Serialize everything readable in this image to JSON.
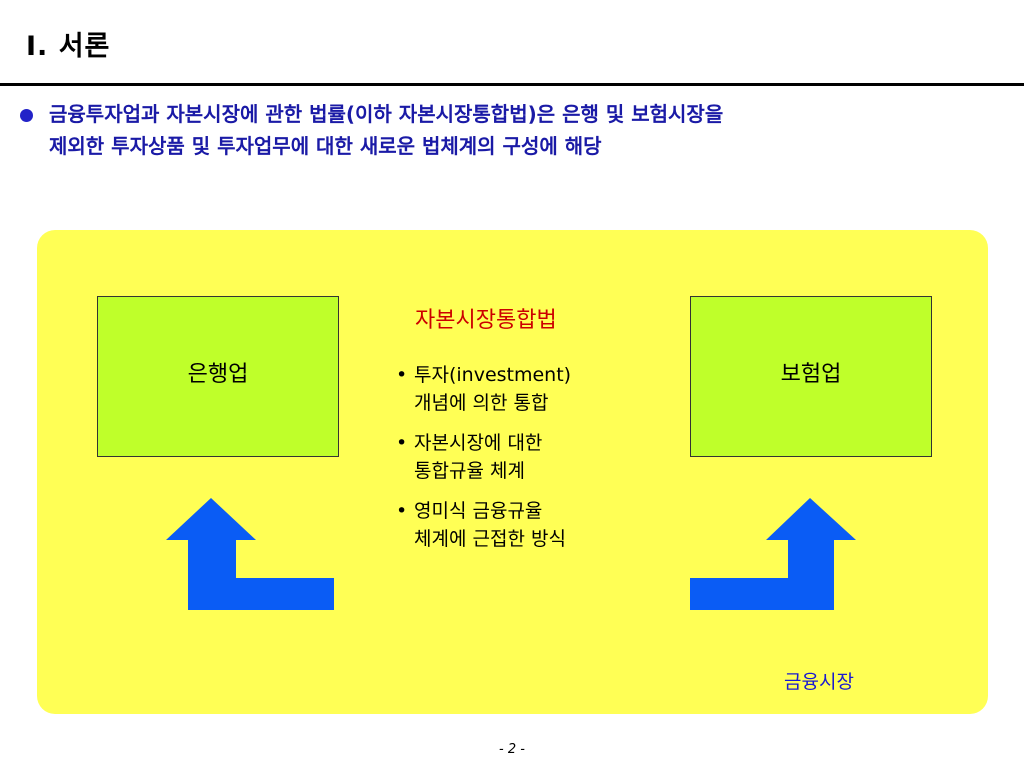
{
  "slide": {
    "title": "Ⅰ. 서론",
    "intro": {
      "line1": "금융투자업과 자본시장에 관한 법률(이하 자본시장통합법)은 은행 및 보험시장을",
      "line2": "제외한 투자상품 및 투자업무에 대한 새로운 법체계의 구성에 해당"
    },
    "diagram": {
      "left_box": "은행업",
      "right_box": "보험업",
      "center_title": "자본시장통합법",
      "points": [
        {
          "bullet": "•",
          "line1": "투자(investment)",
          "line2": "개념에 의한 통합"
        },
        {
          "bullet": "•",
          "line1": "자본시장에 대한",
          "line2": "통합규율 체계"
        },
        {
          "bullet": "•",
          "line1": "영미식 금융규율",
          "line2": "체계에 근접한 방식"
        }
      ],
      "market_label": "금융시장"
    },
    "page_number": "- 2 -"
  },
  "colors": {
    "panel": "#ffff55",
    "box": "#bfff2a",
    "arrow": "#0a5cf5",
    "intro_text": "#1a1aa6",
    "center_title": "#cc0000",
    "market_label": "#1a1ad0"
  },
  "icons": {
    "left_arrow": "bent-up-arrow-icon",
    "right_arrow": "bent-up-arrow-icon"
  }
}
